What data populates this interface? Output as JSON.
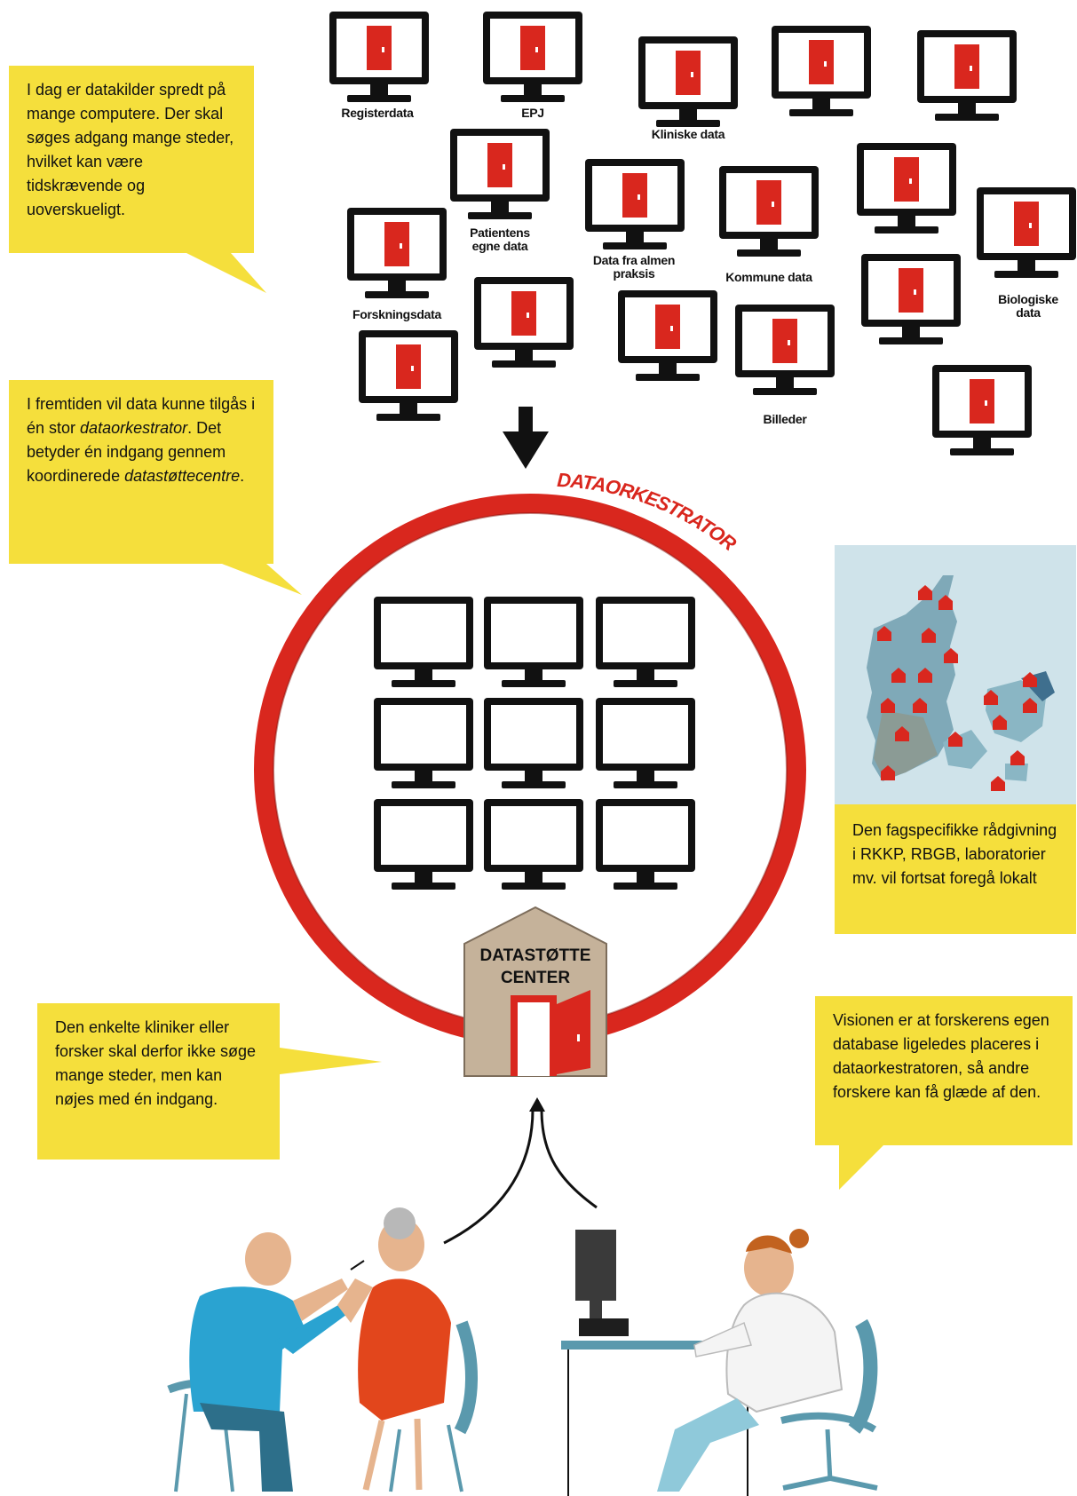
{
  "callouts": {
    "top_left": "I dag er datakilder spredt på mange computere. Der skal søges adgang mange steder, hvilket kan være tidskrævende og uoverskueligt.",
    "middle_left": {
      "line1": "I fremtiden vil data kunne tilgås i én stor",
      "italic1": "dataorkestrator",
      "line2": ". Det betyder én indgang gennem koordinerede",
      "italic2": "datastøttecentre",
      "line3": "."
    },
    "bottom_left": "Den enkelte kliniker eller forsker skal derfor ikke søge mange steder, men kan nøjes med én indgang.",
    "bottom_right": "Visionen er at forskerens egen database ligeledes placeres i dataorkestratoren, så andre forskere kan få glæde af den.",
    "map_caption": "Den fagspecifikke rådgivning i RKKP, RBGB, laboratorier mv. vil fortsat foregå lokalt"
  },
  "monitor_labels": {
    "registerdata": "Registerdata",
    "epj": "EPJ",
    "kliniske": "Kliniske data",
    "patientens": "Patientens egne data",
    "almen": "Data fra almen praksis",
    "kommune": "Kommune data",
    "biologiske": "Biologiske data",
    "forskning": "Forskningsdata",
    "billeder": "Billeder"
  },
  "orchestrator": {
    "ring_label": "DATAORKESTRATOR",
    "center_line1": "DATASTØTTE",
    "center_line2": "CENTER"
  },
  "colors": {
    "callout_yellow": "#f5df3c",
    "accent_red": "#d9271e",
    "map_bg": "#cfe3ea",
    "house_tan": "#c5b29a"
  }
}
